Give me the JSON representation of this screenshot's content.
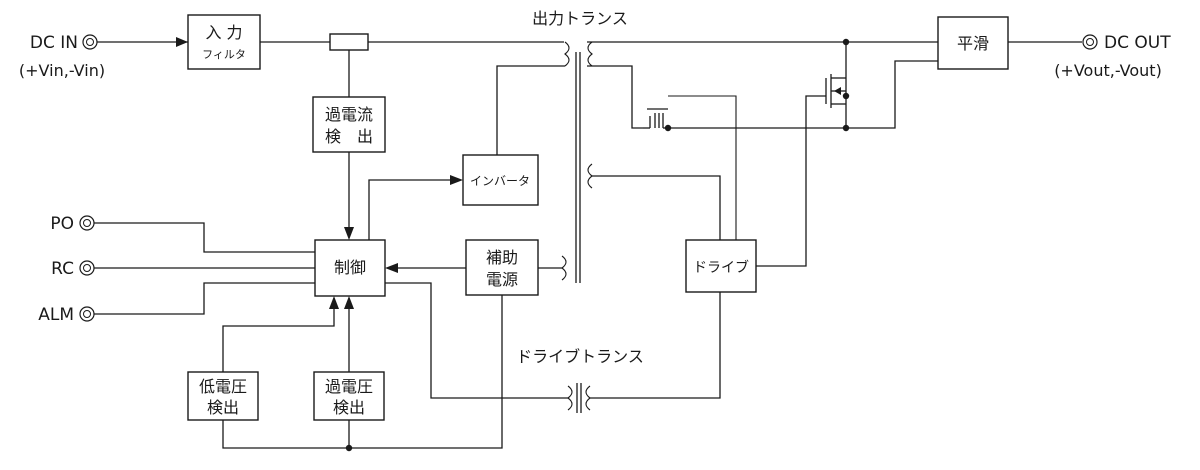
{
  "terminals": {
    "dc_in": "DC IN",
    "dc_in_sub": "(+Vin,-Vin)",
    "dc_out": "DC OUT",
    "dc_out_sub": "(+Vout,-Vout)",
    "po": "PO",
    "rc": "RC",
    "alm": "ALM"
  },
  "blocks": {
    "input_filter": {
      "line1": "入 力",
      "line2": "フィルタ"
    },
    "overcurrent": {
      "line1": "過電流",
      "line2": "検　出"
    },
    "inverter": {
      "label": "インバータ"
    },
    "control": {
      "label": "制御"
    },
    "aux_power": {
      "line1": "補助",
      "line2": "電源"
    },
    "drive": {
      "label": "ドライブ"
    },
    "smoothing": {
      "label": "平滑"
    },
    "undervoltage": {
      "line1": "低電圧",
      "line2": "検出"
    },
    "overvoltage": {
      "line1": "過電圧",
      "line2": "検出"
    }
  },
  "transformers": {
    "output": "出力トランス",
    "drive": "ドライブトランス"
  }
}
